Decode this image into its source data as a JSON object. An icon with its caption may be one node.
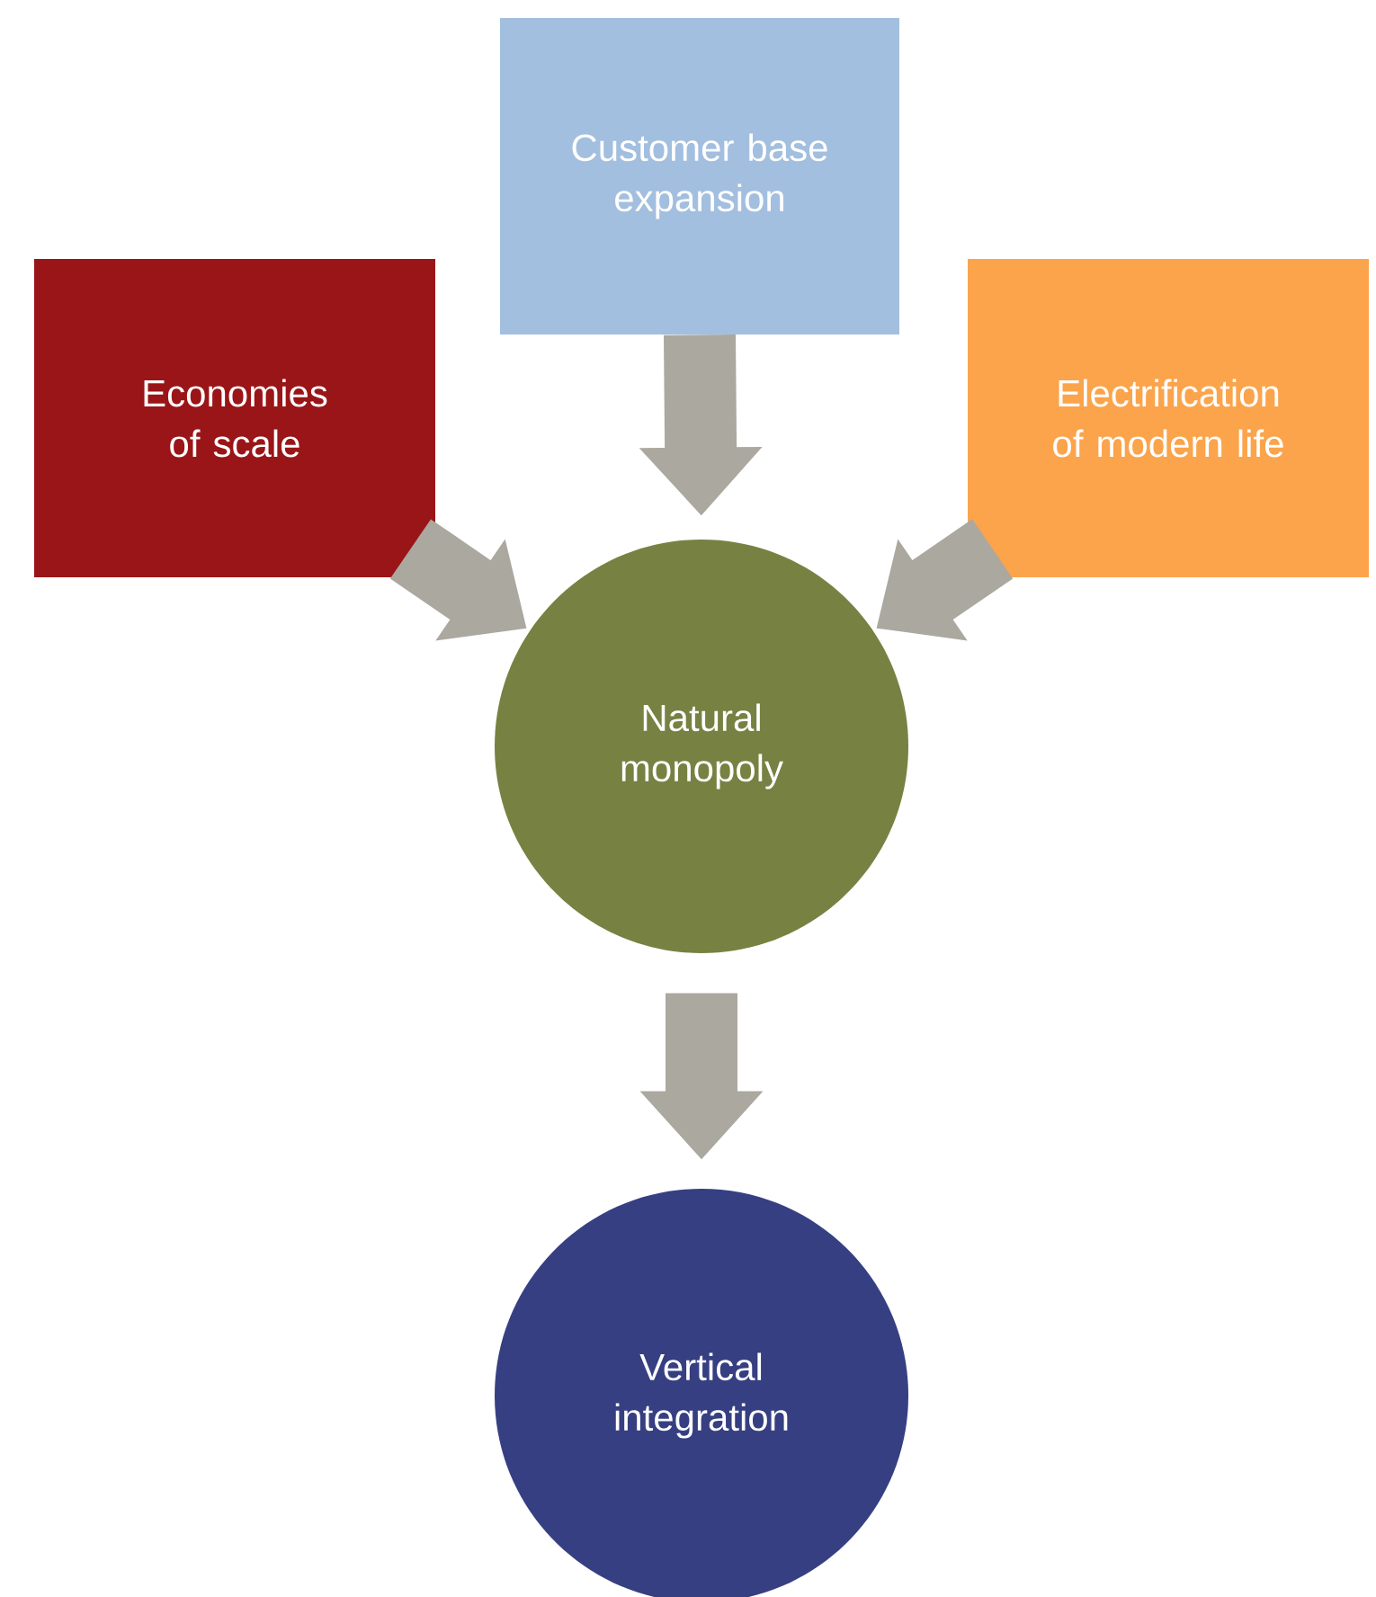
{
  "diagram": {
    "nodes": [
      {
        "text": [
          "Customer base expansion"
        ]
      },
      {
        "text": [
          "Economies of scale"
        ]
      },
      {
        "text": [
          "Electrification of modern life"
        ]
      },
      {
        "text": [
          "Natural monopoly"
        ]
      },
      {
        "text": [
          "Vertical integration"
        ]
      }
    ],
    "edges": [
      {
        "from": 0,
        "to": 3,
        "arrow": "to"
      },
      {
        "from": 1,
        "to": 3,
        "arrow": "to"
      },
      {
        "from": 2,
        "to": 3,
        "arrow": "to"
      },
      {
        "from": 3,
        "to": 4,
        "arrow": "to"
      }
    ]
  }
}
